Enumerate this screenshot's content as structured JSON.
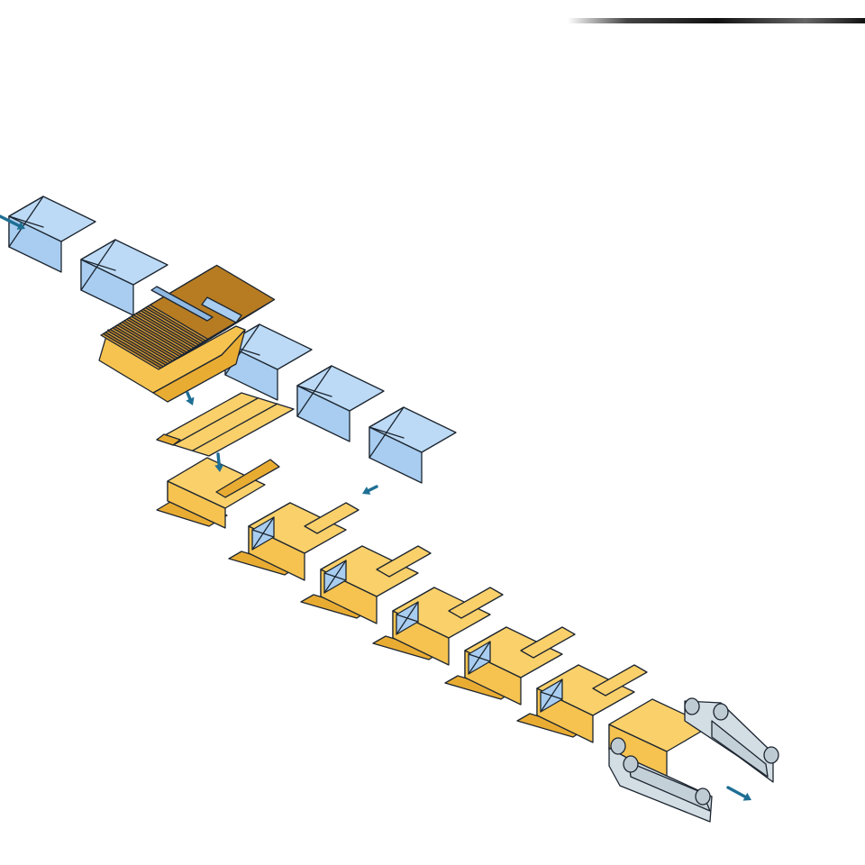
{
  "title": "",
  "colors": {
    "product": "#a8cdf0",
    "product_top": "#bcdaf5",
    "product_side": "#8fb9e3",
    "carton": "#f6c350",
    "carton_top": "#fad06a",
    "carton_side": "#e9ac33",
    "magazine": "#c48a2c",
    "belt": "#d3dde4",
    "belt_roller": "#bfcbd3",
    "arrow": "#1f6f94",
    "outline": "#1c2530"
  },
  "process": {
    "product_infeed": {
      "count": 6,
      "icon": "product-block-icon"
    },
    "carton_magazine": {
      "icon": "flat-carton-stack-icon"
    },
    "carton_blanks": {
      "count": 2,
      "icon": "carton-blank-icon"
    },
    "loaded_cartons": {
      "count": 6,
      "icon": "loaded-carton-icon"
    },
    "discharge_conveyor": {
      "icon": "belt-conveyor-icon"
    }
  },
  "arrows": [
    {
      "name": "infeed-arrow",
      "direction": "right"
    },
    {
      "name": "blank-pick-arrow",
      "direction": "down"
    },
    {
      "name": "erect-arrow",
      "direction": "down"
    },
    {
      "name": "product-insert-arrow",
      "direction": "left"
    },
    {
      "name": "discharge-arrow",
      "direction": "right"
    }
  ]
}
